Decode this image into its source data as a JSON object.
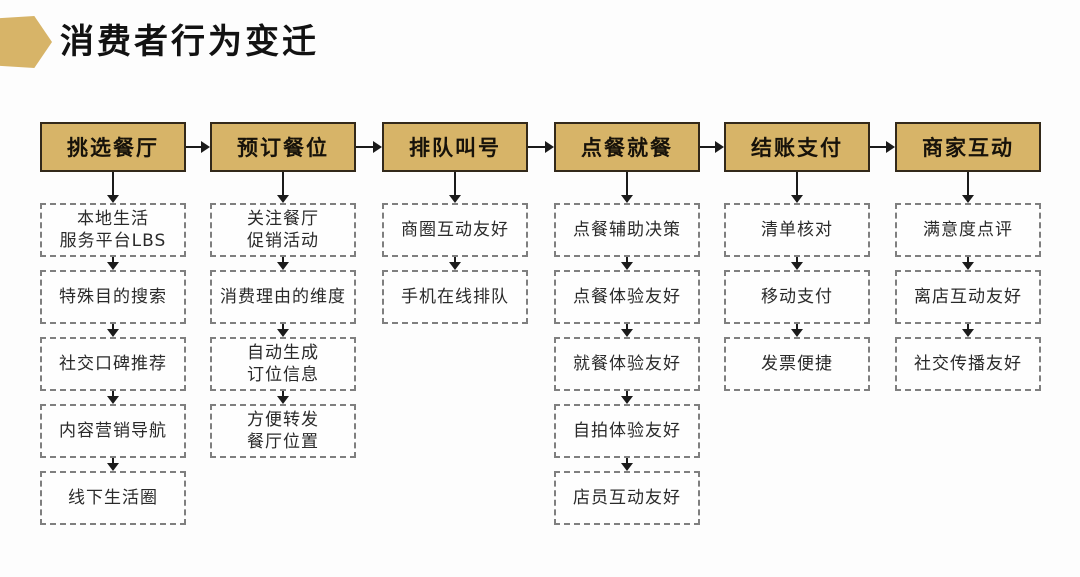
{
  "title": "消费者行为变迁",
  "colors": {
    "accent_gold": "#d7b468",
    "stage_border": "#33291a",
    "arrow_black": "#1b1b1b",
    "dashed_border_gray": "#7f7f7f",
    "title_text": "#121212"
  },
  "flow": {
    "stages": [
      {
        "label": "挑选餐厅",
        "items": [
          "本地生活\n服务平台LBS",
          "特殊目的搜索",
          "社交口碑推荐",
          "内容营销导航",
          "线下生活圈"
        ]
      },
      {
        "label": "预订餐位",
        "items": [
          "关注餐厅\n促销活动",
          "消费理由的维度",
          "自动生成\n订位信息",
          "方便转发\n餐厅位置"
        ]
      },
      {
        "label": "排队叫号",
        "items": [
          "商圈互动友好",
          "手机在线排队"
        ]
      },
      {
        "label": "点餐就餐",
        "items": [
          "点餐辅助决策",
          "点餐体验友好",
          "就餐体验友好",
          "自拍体验友好",
          "店员互动友好"
        ]
      },
      {
        "label": "结账支付",
        "items": [
          "清单核对",
          "移动支付",
          "发票便捷"
        ]
      },
      {
        "label": "商家互动",
        "items": [
          "满意度点评",
          "离店互动友好",
          "社交传播友好"
        ]
      }
    ]
  }
}
